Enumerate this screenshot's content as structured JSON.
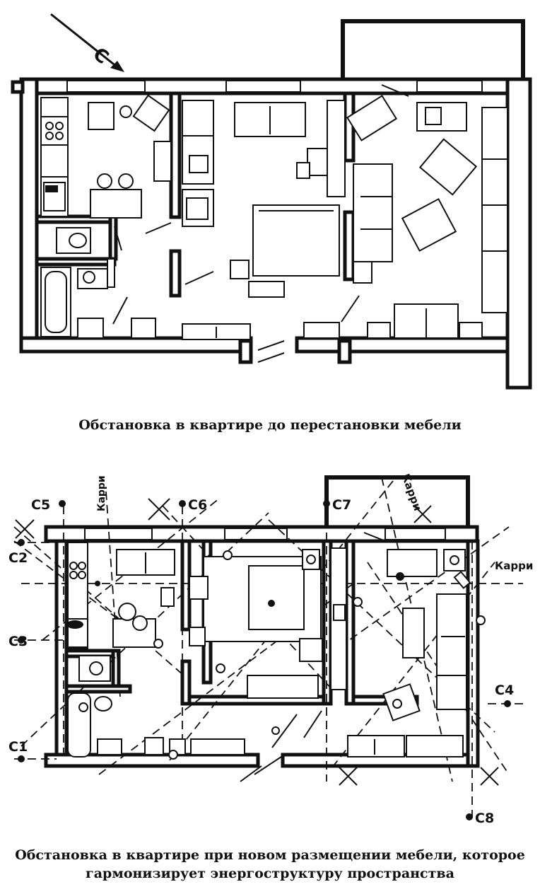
{
  "captions": {
    "before": "Обстановка в квартире до перестановки мебели",
    "after_line1": "Обстановка в квартире при новом размещении мебели, которое",
    "after_line2": "гармонизирует энергоструктуру пространства"
  },
  "north_marker": "С",
  "points": {
    "c1": "С1",
    "c2": "С2",
    "c3": "С3",
    "c4": "С4",
    "c5": "С5",
    "c6": "С6",
    "c7": "С7",
    "c8": "С8"
  },
  "karri_labels": {
    "top_left": "Карри",
    "top_right": "Карри",
    "right": "Карри"
  }
}
